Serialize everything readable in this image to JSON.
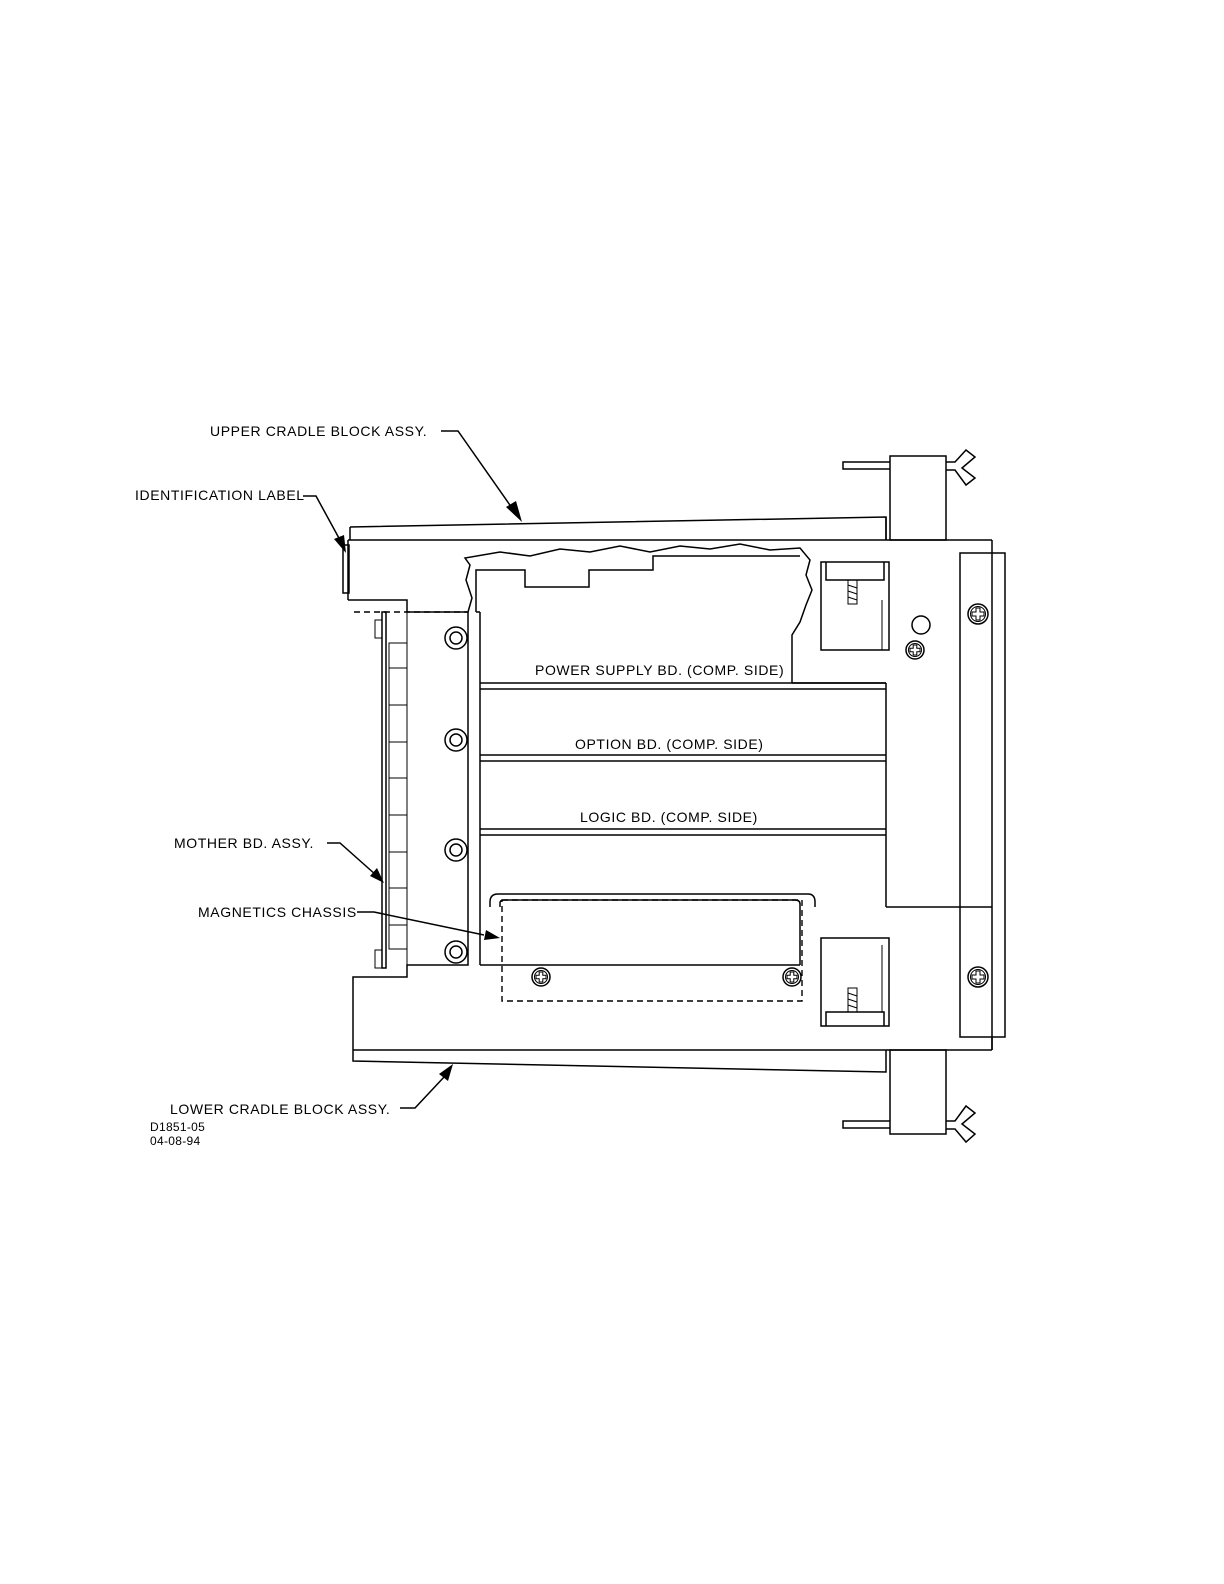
{
  "labels": {
    "upper_cradle": "UPPER CRADLE BLOCK ASSY.",
    "identification_label": "IDENTIFICATION LABEL",
    "power_supply_bd": "POWER SUPPLY BD. (COMP. SIDE)",
    "option_bd": "OPTION BD. (COMP. SIDE)",
    "logic_bd": "LOGIC BD. (COMP. SIDE)",
    "mother_bd": "MOTHER BD. ASSY.",
    "magnetics_chassis": "MAGNETICS CHASSIS",
    "lower_cradle": "LOWER CRADLE BLOCK ASSY."
  },
  "drawing_info": {
    "number": "D1851-05",
    "date": "04-08-94"
  },
  "colors": {
    "line": "#000000",
    "background": "#ffffff"
  }
}
